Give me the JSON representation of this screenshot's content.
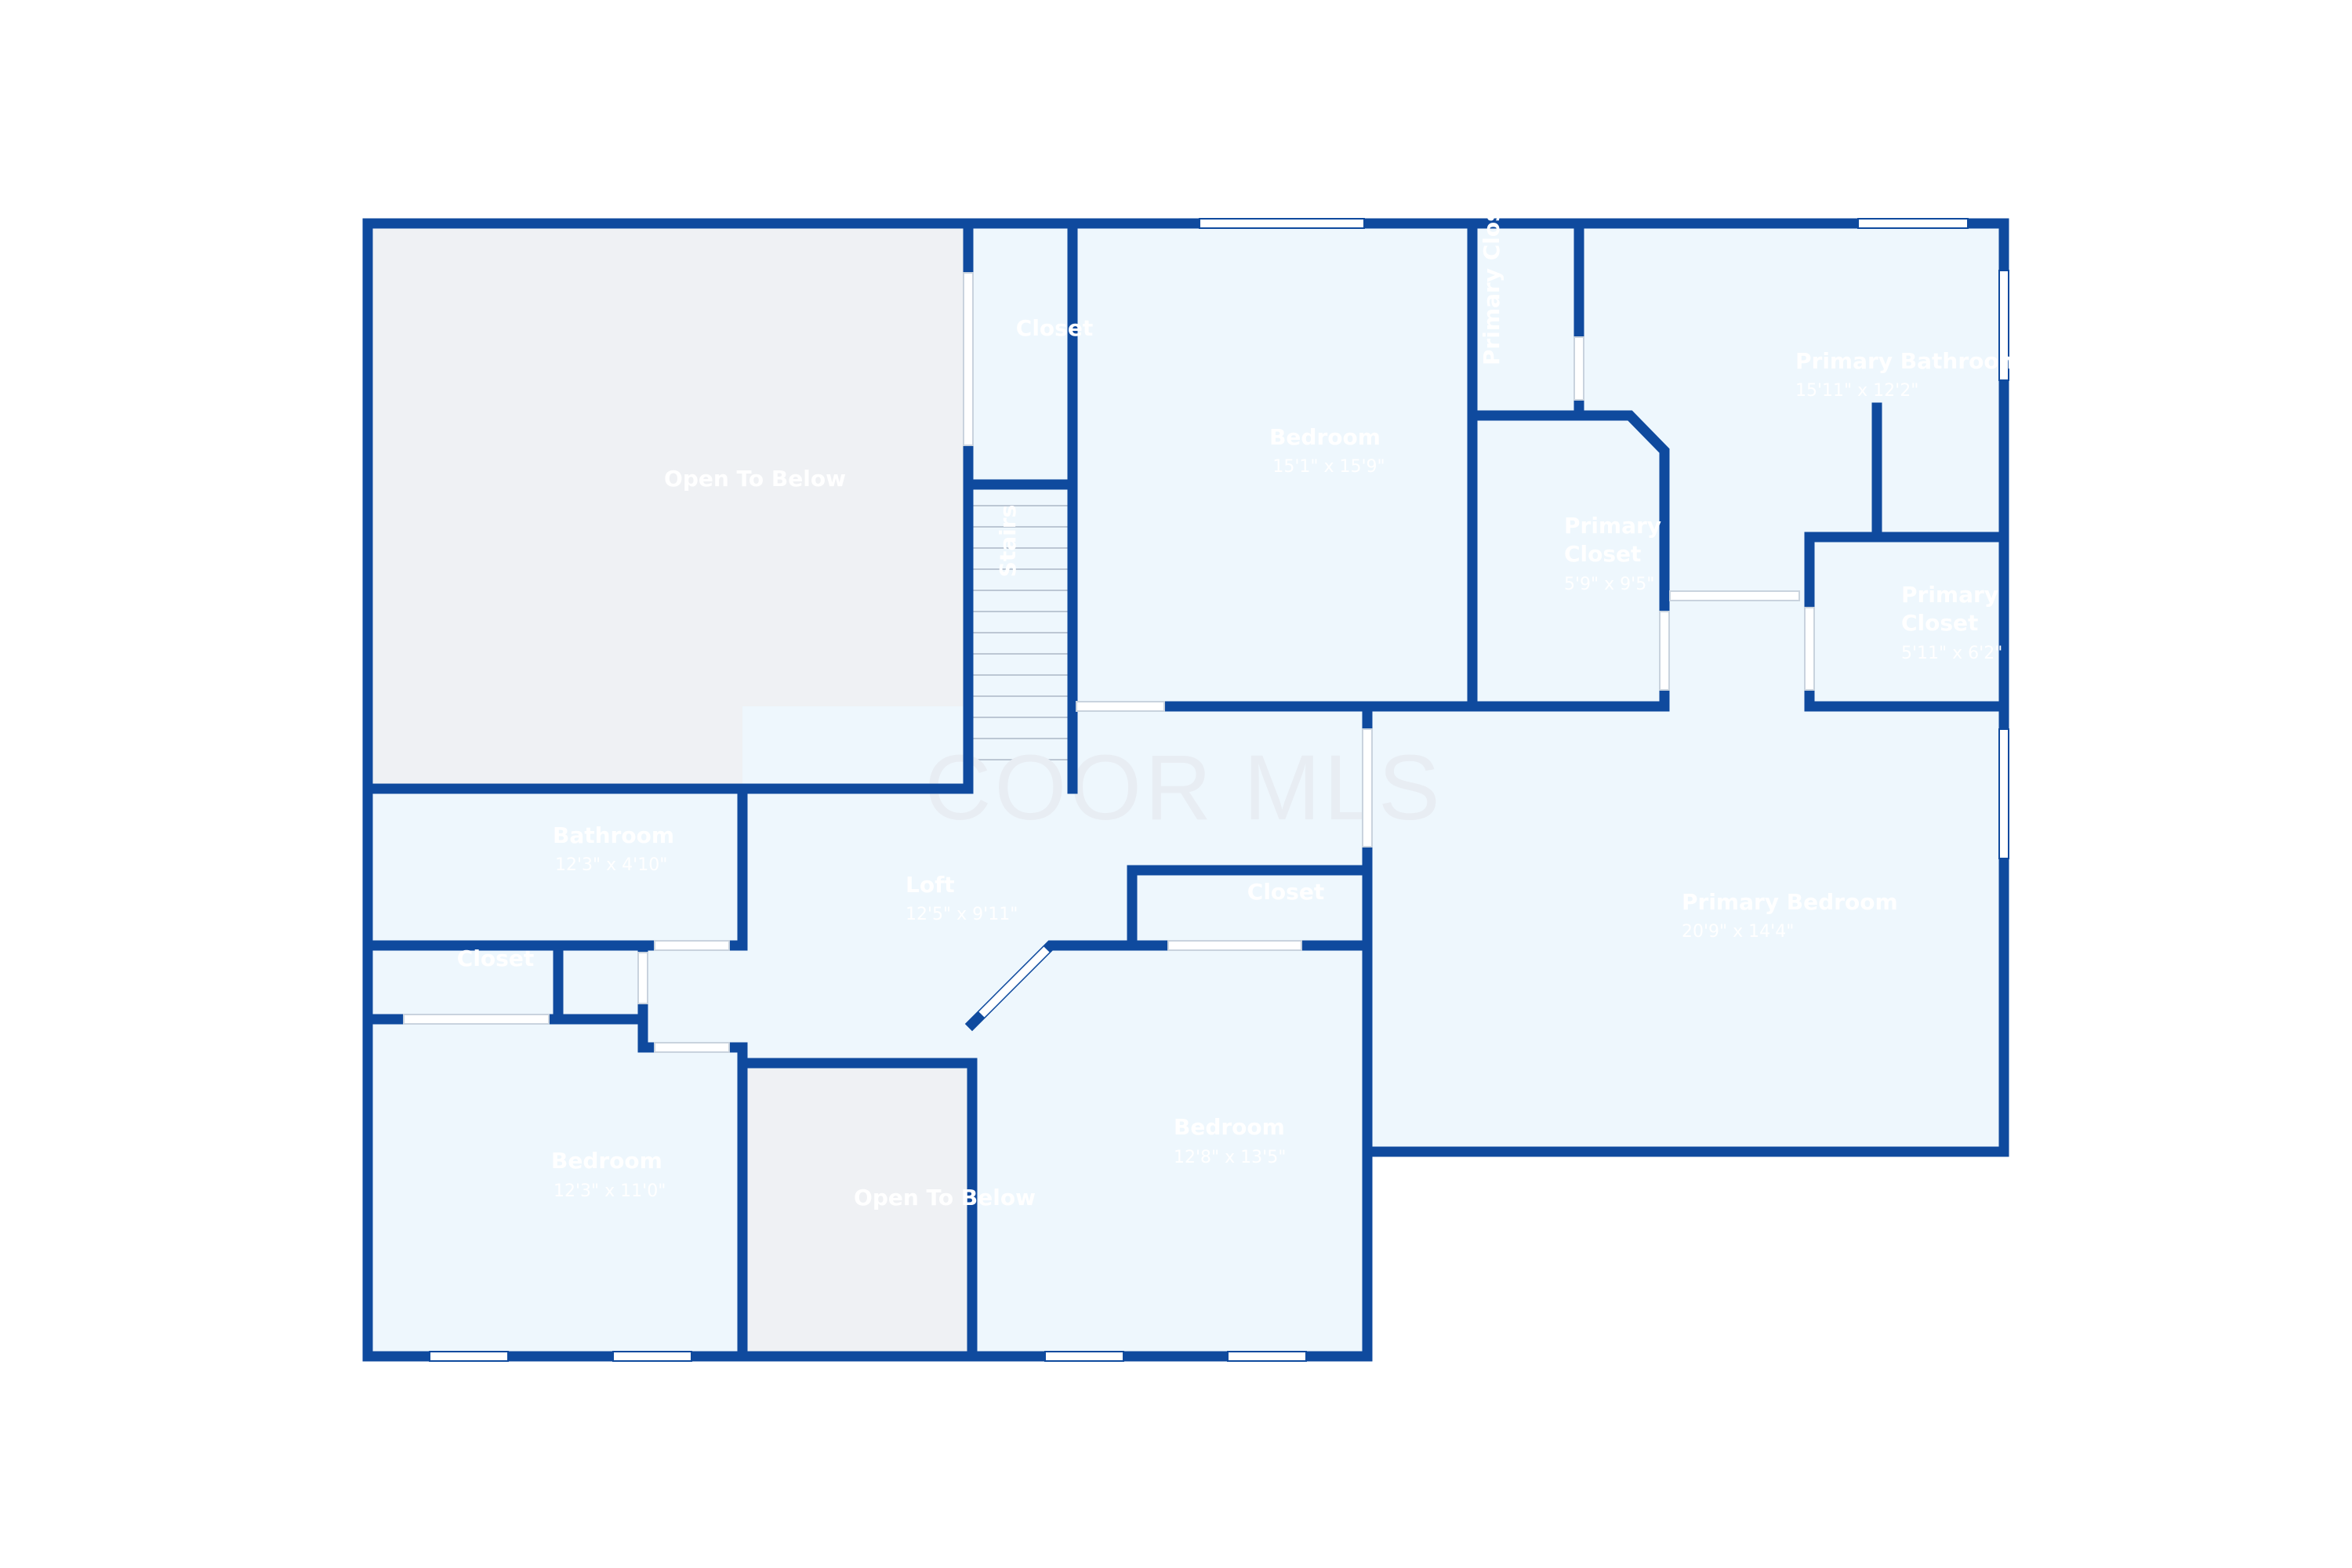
{
  "watermark": "COOR MLS",
  "colors": {
    "wall": "#0f4a9e",
    "room_fill": "#eef7fd",
    "open_fill": "#eff1f4",
    "window_fill": "#ffffff",
    "label": "#ffffff"
  },
  "rooms": {
    "open_to_below_large": {
      "name": "Open To Below"
    },
    "closet_top": {
      "name": "Closet"
    },
    "stairs": {
      "name": "Stairs"
    },
    "bedroom_top": {
      "name": "Bedroom",
      "dims": "15'1\" x 15'9\""
    },
    "primary_closet_vertical": {
      "name": "Primary Closet"
    },
    "primary_bathroom": {
      "name": "Primary Bathroom",
      "dims": "15'11\" x 12'2\""
    },
    "primary_closet_left": {
      "name": "Primary Closet",
      "dims": "5'9\" x 9'5\""
    },
    "primary_closet_right": {
      "name": "Primary Closet",
      "dims": "5'11\" x 6'2\""
    },
    "bathroom": {
      "name": "Bathroom",
      "dims": "12'3\" x 4'10\""
    },
    "loft": {
      "name": "Loft",
      "dims": "12'5\" x 9'11\""
    },
    "closet_loft": {
      "name": "Closet"
    },
    "primary_bedroom": {
      "name": "Primary Bedroom",
      "dims": "20'9\" x 14'4\""
    },
    "closet_left": {
      "name": "Closet"
    },
    "bedroom_left": {
      "name": "Bedroom",
      "dims": "12'3\" x 11'0\""
    },
    "open_to_below_small": {
      "name": "Open To Below"
    },
    "bedroom_bottom": {
      "name": "Bedroom",
      "dims": "12'8\" x 13'5\""
    }
  }
}
